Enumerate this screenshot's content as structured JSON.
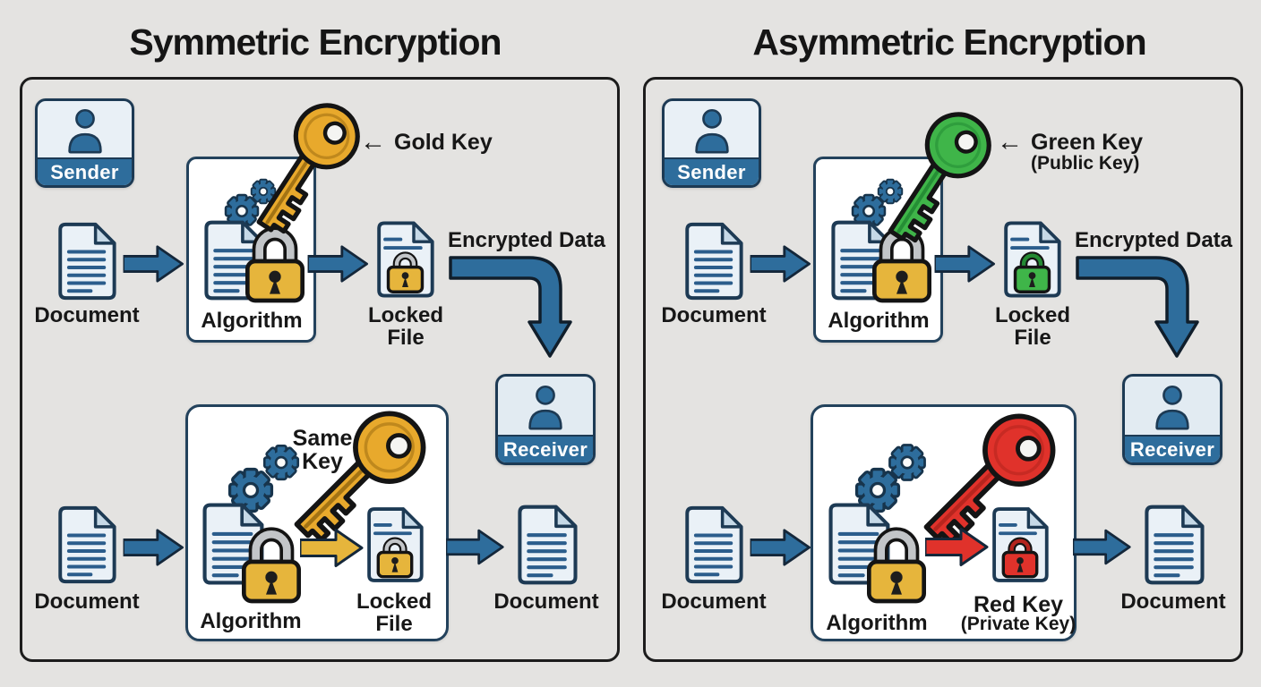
{
  "colors": {
    "background": "#e4e3e1",
    "panel_border": "#1c1c1c",
    "blue": "#2e6d9c",
    "dark_navy": "#1d3a54",
    "gold": "#e8a92c",
    "gold_dark": "#9c6d12",
    "lock_gold": "#e6b53c",
    "green": "#3fb549",
    "green_dark": "#238a33",
    "red": "#e0322b",
    "red_dark": "#b3241d",
    "shackle_gray": "#c2c5c8",
    "doc_fill": "#eaf1f7",
    "text": "#171717"
  },
  "left": {
    "title": "Symmetric Encryption",
    "sender_label": "Sender",
    "receiver_label": "Receiver",
    "key_pointer": "←",
    "key_label": "Gold Key",
    "row1": {
      "document_label": "Document",
      "algorithm_label": "Algorithm",
      "locked_file_label": "Locked File",
      "encrypted_data_label": "Encrypted Data"
    },
    "row2": {
      "document_label": "Document",
      "same_key_label": "Same Key",
      "algorithm_label": "Algorithm",
      "locked_file_label": "Locked File",
      "output_document_label": "Document"
    }
  },
  "right": {
    "title": "Asymmetric Encryption",
    "sender_label": "Sender",
    "receiver_label": "Receiver",
    "key_pointer": "←",
    "key_label": "Green Key",
    "key_sublabel": "(Public Key)",
    "row1": {
      "document_label": "Document",
      "algorithm_label": "Algorithm",
      "locked_file_label": "Locked File",
      "encrypted_data_label": "Encrypted Data"
    },
    "row2": {
      "document_label": "Document",
      "algorithm_label": "Algorithm",
      "red_key_label": "Red Key",
      "red_key_sublabel": "(Private Key)",
      "output_document_label": "Document"
    }
  }
}
